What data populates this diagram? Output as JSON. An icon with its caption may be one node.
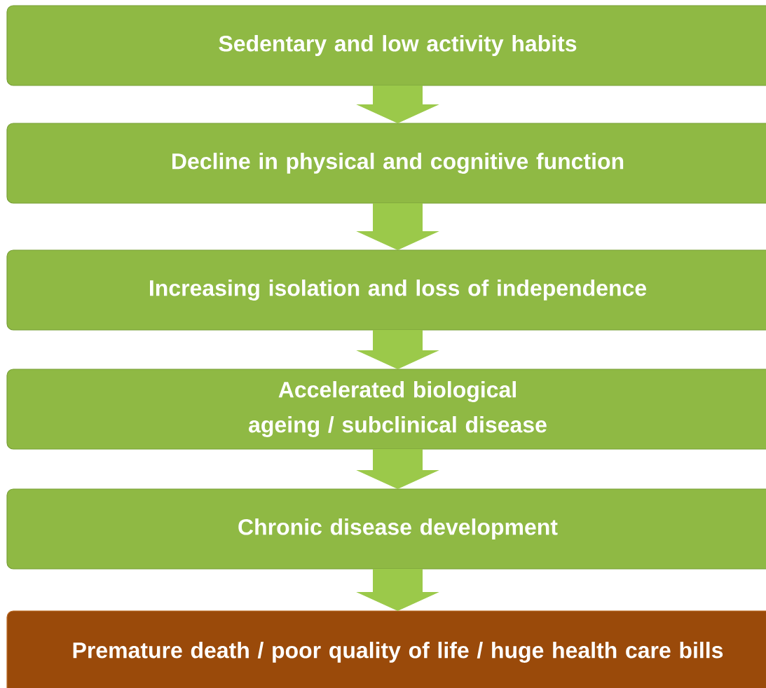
{
  "diagram": {
    "nodes": [
      {
        "text": [
          "Sedentary and low activity habits"
        ]
      },
      {
        "text": [
          "Decline in physical and cognitive function"
        ]
      },
      {
        "text": [
          "Increasing isolation and loss of independence"
        ]
      },
      {
        "text": [
          "Accelerated biological ageing / subclinical disease"
        ]
      },
      {
        "text": [
          "Chronic disease development"
        ]
      },
      {
        "text": [
          "Premature death / poor quality of life / huge health care bills"
        ]
      }
    ],
    "edges": [
      {
        "from": 0,
        "to": 1,
        "arrow": "to"
      },
      {
        "from": 1,
        "to": 2,
        "arrow": "to"
      },
      {
        "from": 2,
        "to": 3,
        "arrow": "to"
      },
      {
        "from": 3,
        "to": 4,
        "arrow": "to"
      },
      {
        "from": 4,
        "to": 5,
        "arrow": "to"
      }
    ]
  }
}
